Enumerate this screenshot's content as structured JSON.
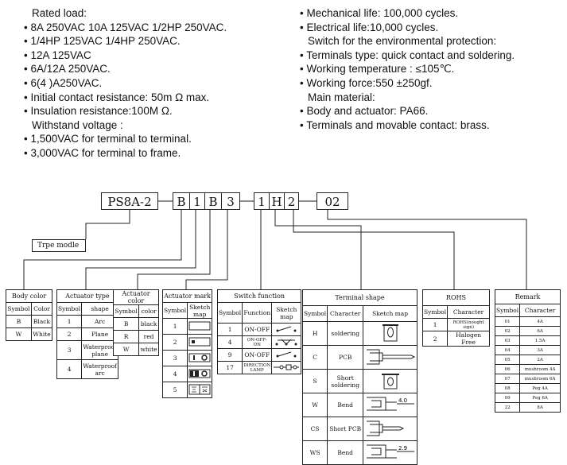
{
  "left_specs": [
    {
      "text": "Rated load:",
      "bullet": false
    },
    {
      "text": "8A 250VAC  10A 125VAC    1/2HP 250VAC.",
      "bullet": true
    },
    {
      "text": "1/4HP  125VAC    1/4HP    250VAC.",
      "bullet": true
    },
    {
      "text": "12A   125VAC",
      "bullet": true
    },
    {
      "text": "6A/12A   250VAC.",
      "bullet": true
    },
    {
      "text": "6(4 )A250VAC.",
      "bullet": true
    },
    {
      "text": "Initial contact resistance: 50m Ω max.",
      "bullet": true
    },
    {
      "text": "Insulation resistance:100M Ω.",
      "bullet": true
    },
    {
      "text": "Withstand voltage :",
      "bullet": false
    },
    {
      "text": "1,500VAC for terminal to terminal.",
      "bullet": true
    },
    {
      "text": "3,000VAC for terminal to frame.",
      "bullet": true
    }
  ],
  "right_specs": [
    {
      "text": "Mechanical life: 100,000 cycles.",
      "bullet": true
    },
    {
      "text": "Electrical life:10,000 cycles.",
      "bullet": true
    },
    {
      "text": "Switch for the environmental   protection:",
      "bullet": false
    },
    {
      "text": "Terminals type: quick contact and soldering.",
      "bullet": true
    },
    {
      "text": "Working temperature :    ≤105℃.",
      "bullet": true
    },
    {
      "text": "Working force:550 ±250gf.",
      "bullet": true
    },
    {
      "text": "Main material:",
      "bullet": false
    },
    {
      "text": "Body and actuator:  PA66.",
      "bullet": true
    },
    {
      "text": "Terminals and movable contact: brass.",
      "bullet": true
    }
  ],
  "code": {
    "model": "PS8A-2",
    "b1": "B",
    "n1": "1",
    "b2": "B",
    "n3": "3",
    "n1b": "1",
    "h": "H",
    "n2": "2",
    "suffix": "02",
    "type_label": "Trpe modle"
  },
  "body_color": {
    "title": "Body color",
    "headers": [
      "Symbol",
      "Color"
    ],
    "rows": [
      [
        "B",
        "Black"
      ],
      [
        "W",
        "White"
      ]
    ]
  },
  "actuator_type": {
    "title": "Actuator type",
    "headers": [
      "Symbol",
      "shape"
    ],
    "rows": [
      [
        "1",
        "Arc"
      ],
      [
        "2",
        "Plane"
      ],
      [
        "3",
        "Waterproof plane"
      ],
      [
        "4",
        "Waterproof arc"
      ]
    ]
  },
  "actuator_color": {
    "title": "Actuator color",
    "headers": [
      "Symbol",
      "color"
    ],
    "rows": [
      [
        "B",
        "black"
      ],
      [
        "R",
        "red"
      ],
      [
        "W",
        "white"
      ]
    ]
  },
  "actuator_mark": {
    "title": "Actuator mark",
    "headers": [
      "Symbol",
      "Sketch map"
    ],
    "rows": [
      "1",
      "2",
      "3",
      "4",
      "5"
    ]
  },
  "switch_function": {
    "title": "Switch function",
    "headers": [
      "Symbol",
      "Function",
      "Sketch map"
    ],
    "rows": [
      [
        "1",
        "ON-OFF"
      ],
      [
        "4",
        "ON-OFF-ON"
      ],
      [
        "9",
        "ON-OFF"
      ],
      [
        "17",
        "DIRECTION LAMP"
      ]
    ]
  },
  "terminal_shape": {
    "title": "Terminal shape",
    "headers": [
      "Symbol",
      "Character",
      "Sketch map"
    ],
    "rows": [
      [
        "H",
        "soldering"
      ],
      [
        "C",
        "PCB"
      ],
      [
        "S",
        "Short soldering"
      ],
      [
        "W",
        "Bend"
      ],
      [
        "CS",
        "Short PCB"
      ],
      [
        "WS",
        "Bend"
      ]
    ],
    "dim_w": "4.0",
    "dim_ws": "2.9"
  },
  "rohs": {
    "title": "ROHS",
    "headers": [
      "Symbol",
      "Character"
    ],
    "rows": [
      [
        "1",
        "ROHS(nought sign)"
      ],
      [
        "2",
        "Halogen Free"
      ]
    ]
  },
  "remark": {
    "title": "Remark",
    "headers": [
      "Symbol",
      "Character"
    ],
    "rows": [
      [
        "01",
        "4A"
      ],
      [
        "02",
        "6A"
      ],
      [
        "03",
        "1.5A"
      ],
      [
        "04",
        "3A"
      ],
      [
        "05",
        "2A"
      ],
      [
        "06",
        "mushroom 4A"
      ],
      [
        "07",
        "mushroom 6A"
      ],
      [
        "08",
        "Peg 4A"
      ],
      [
        "09",
        "Peg 6A"
      ],
      [
        "22",
        "8A"
      ]
    ]
  }
}
